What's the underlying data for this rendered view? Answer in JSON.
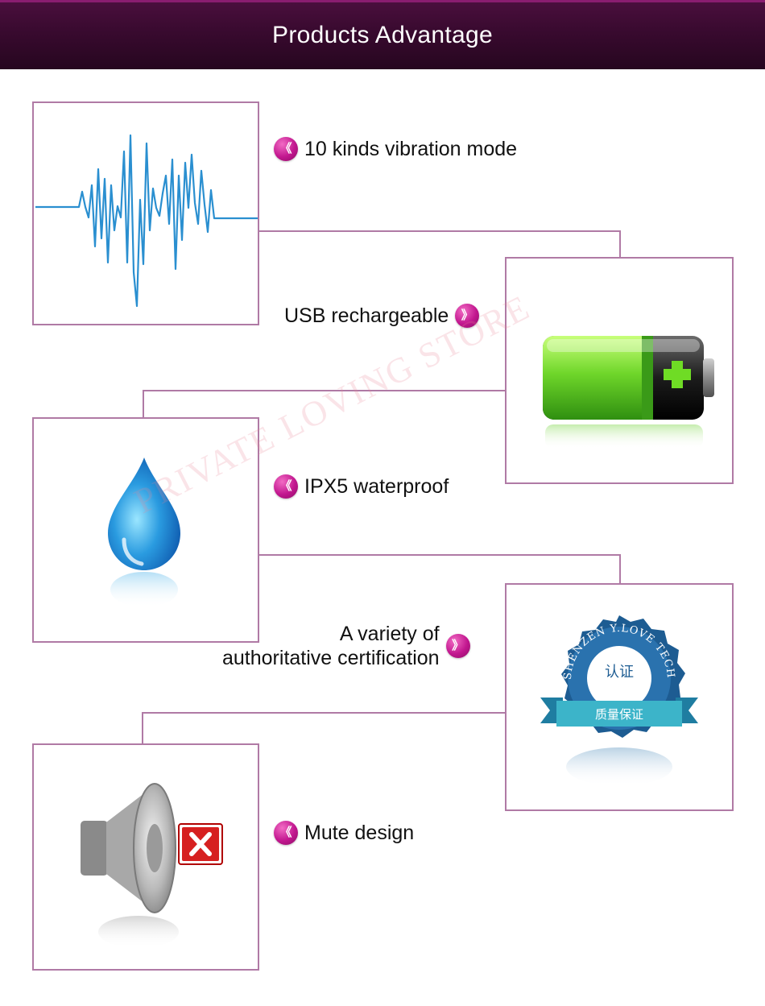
{
  "header": {
    "title": "Products Advantage"
  },
  "features": [
    {
      "label": "10 kinds vibration mode",
      "bullet": "《",
      "icon": "waveform-icon"
    },
    {
      "label": "USB rechargeable",
      "bullet": "》",
      "icon": "battery-icon"
    },
    {
      "label": "IPX5 waterproof",
      "bullet": "《",
      "icon": "water-drop-icon"
    },
    {
      "label_line1": "A variety of",
      "label_line2": "authoritative certification",
      "bullet": "》",
      "icon": "certification-seal-icon"
    },
    {
      "label": "Mute design",
      "bullet": "《",
      "icon": "muted-speaker-icon"
    }
  ],
  "seal": {
    "ring_text": "SHENZEN Y.LOVE TECHNOLOGY CO.,LTD",
    "center": "认证",
    "banner": "质量保证"
  },
  "watermark": "PRIVATE LOVING STORE",
  "colors": {
    "header_bg": "#3a0a30",
    "frame": "#b07aa5",
    "bullet": "#c2178f"
  }
}
